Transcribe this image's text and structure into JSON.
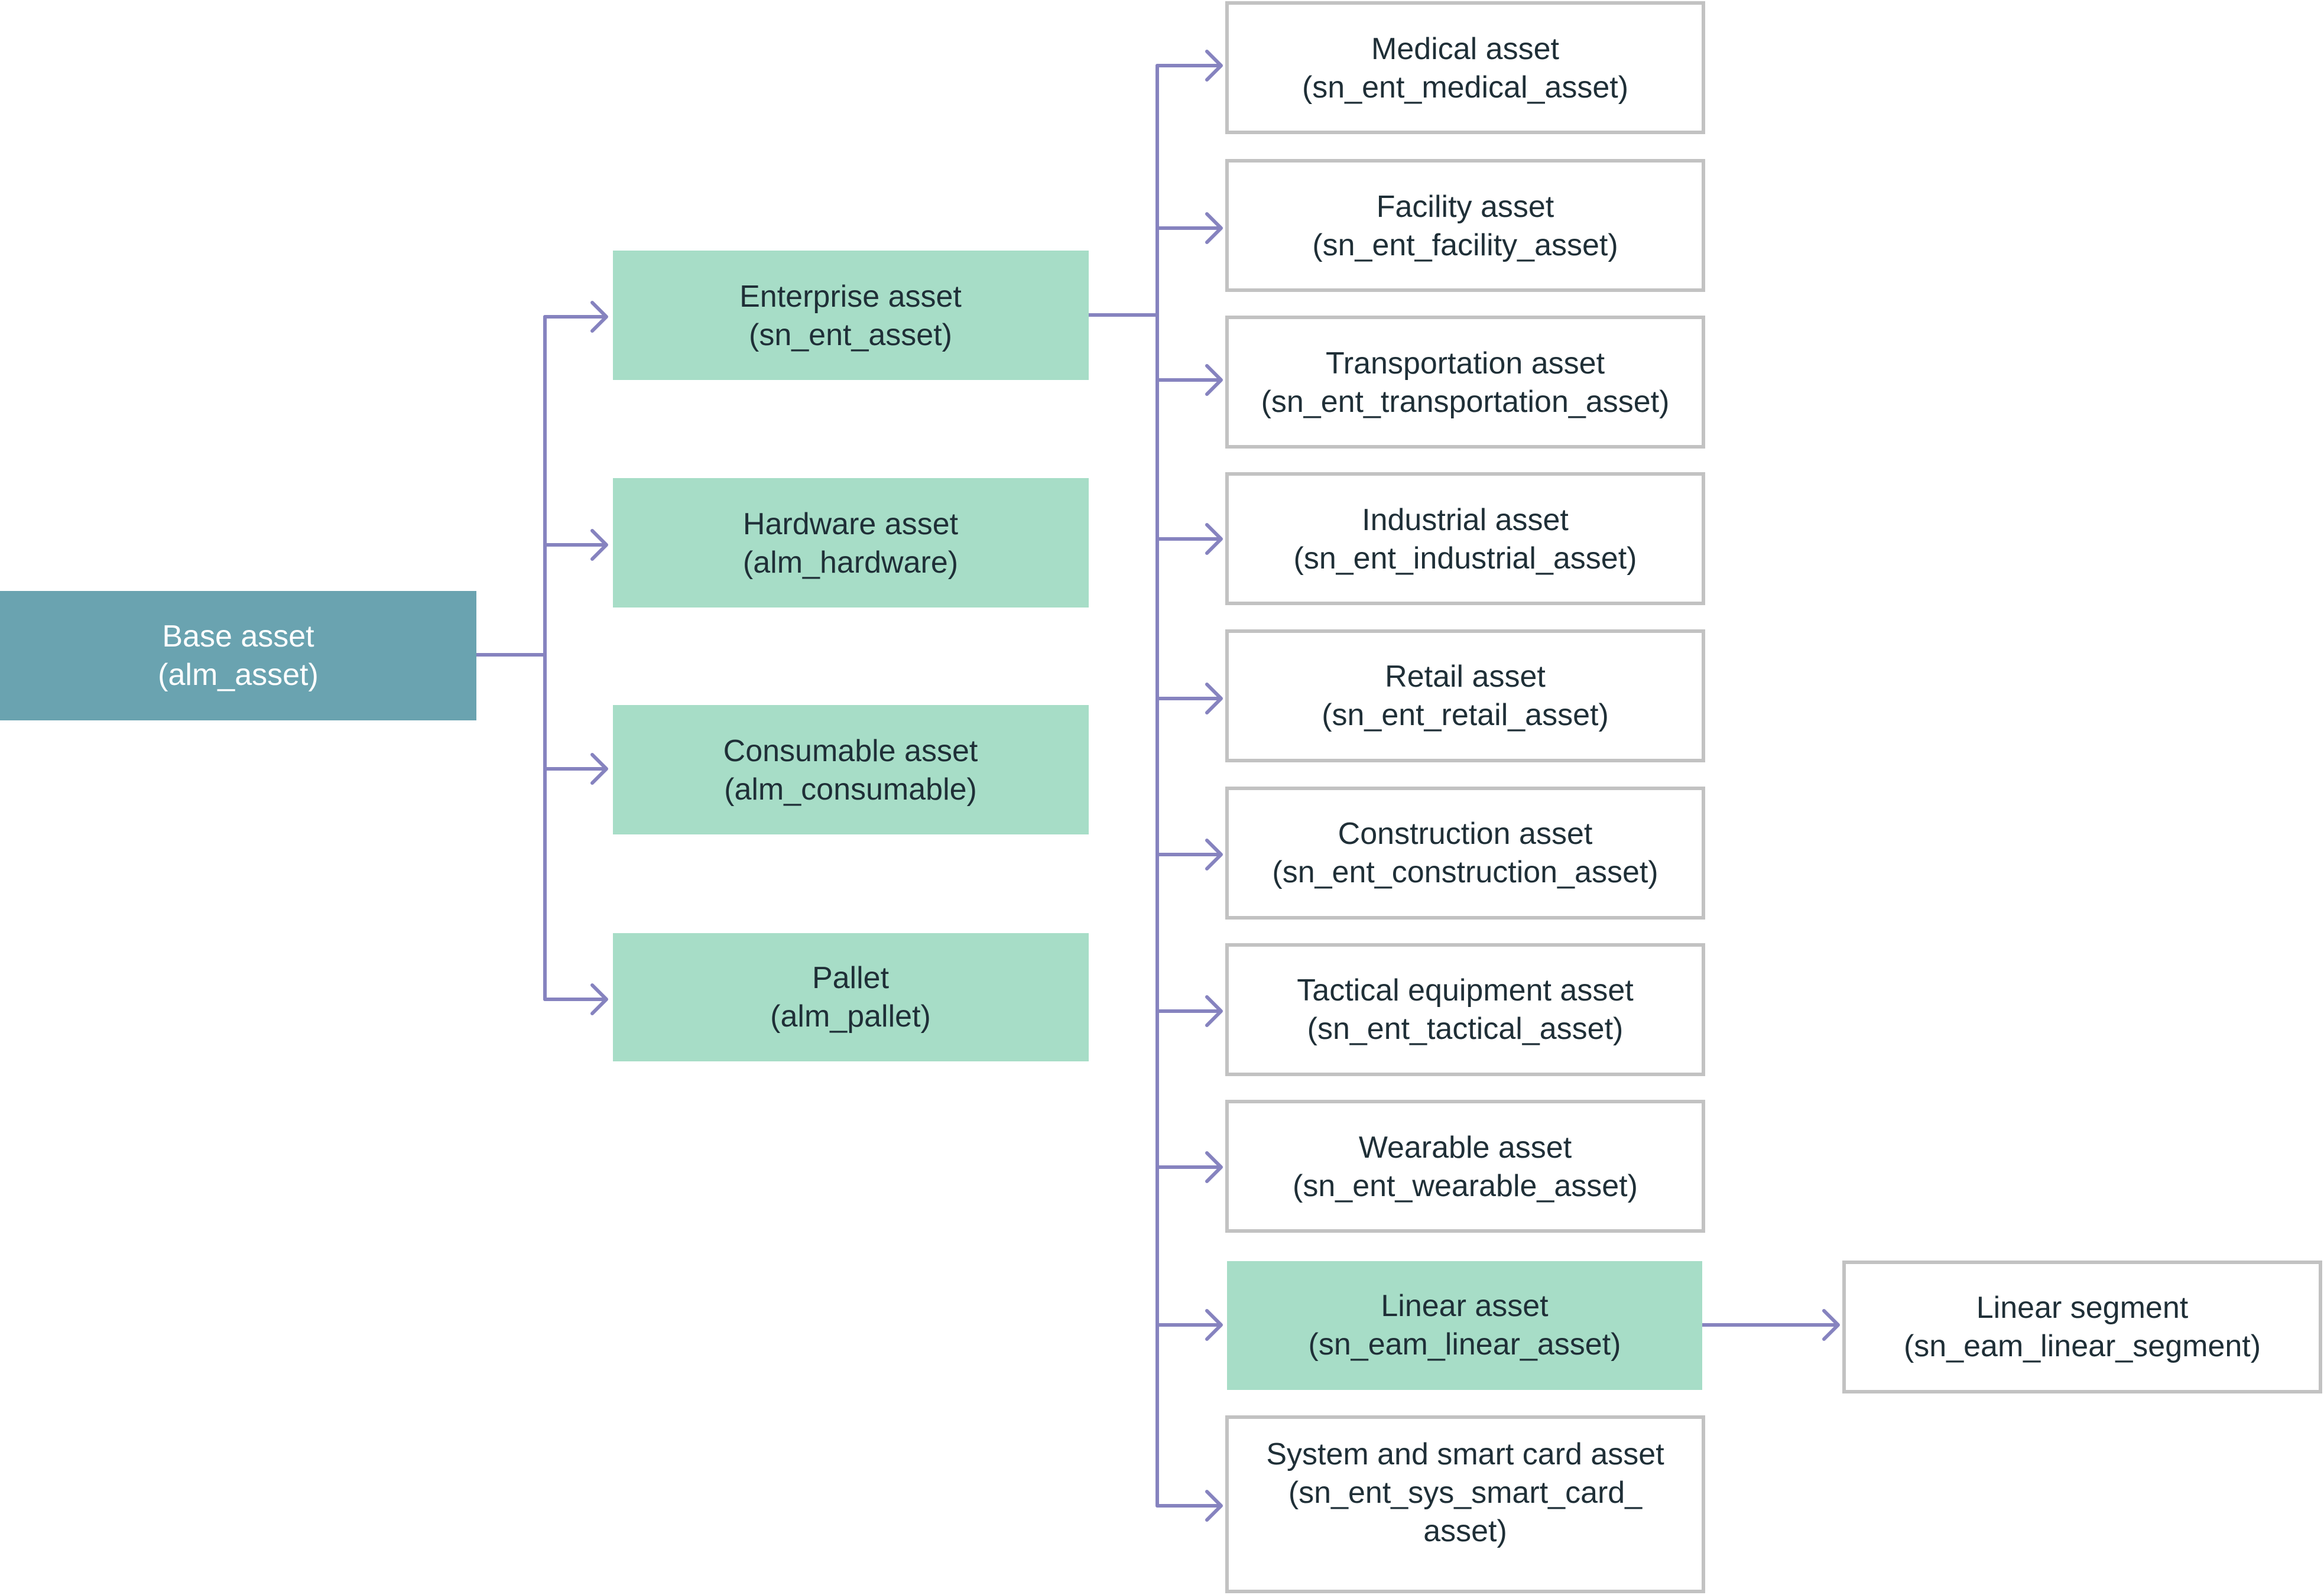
{
  "colors": {
    "root_fill": "#6aa3b0",
    "root_text": "#ffffff",
    "green_fill": "#a7ddc7",
    "white_fill": "#ffffff",
    "outline": "#c2c2c2",
    "node_text": "#1f2f37",
    "connector": "#8683bf"
  },
  "nodes": {
    "base": {
      "name": "Base asset",
      "table": "(alm_asset)"
    },
    "enterprise": {
      "name": "Enterprise asset",
      "table": "(sn_ent_asset)"
    },
    "hardware": {
      "name": "Hardware asset",
      "table": "(alm_hardware)"
    },
    "consumable": {
      "name": "Consumable asset",
      "table": "(alm_consumable)"
    },
    "pallet": {
      "name": "Pallet",
      "table": "(alm_pallet)"
    },
    "medical": {
      "name": "Medical asset",
      "table": "(sn_ent_medical_asset)"
    },
    "facility": {
      "name": "Facility asset",
      "table": "(sn_ent_facility_asset)"
    },
    "transportation": {
      "name": "Transportation asset",
      "table": "(sn_ent_transportation_asset)"
    },
    "industrial": {
      "name": "Industrial asset",
      "table": "(sn_ent_industrial_asset)"
    },
    "retail": {
      "name": "Retail asset",
      "table": "(sn_ent_retail_asset)"
    },
    "construction": {
      "name": "Construction asset",
      "table": "(sn_ent_construction_asset)"
    },
    "tactical": {
      "name": "Tactical equipment asset",
      "table": "(sn_ent_tactical_asset)"
    },
    "wearable": {
      "name": "Wearable asset",
      "table": "(sn_ent_wearable_asset)"
    },
    "linear": {
      "name": "Linear asset",
      "table": "(sn_eam_linear_asset)"
    },
    "linear_segment": {
      "name": "Linear segment",
      "table": "(sn_eam_linear_segment)"
    },
    "smart_card": {
      "name": "System and smart card asset",
      "table": "(sn_ent_sys_smart_card_",
      "table_cont": "asset)"
    }
  }
}
